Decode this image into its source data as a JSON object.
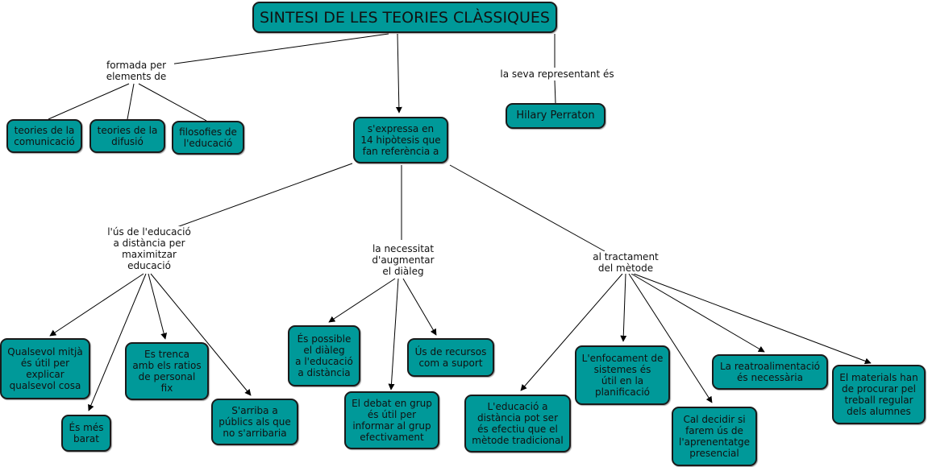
{
  "concept_map": {
    "colors": {
      "node_fill": "#009999",
      "node_border": "#1a1a1a",
      "link": "#000000",
      "background": "#ffffff"
    },
    "nodes": {
      "root": "SINTESI DE LES TEORIES CLÀSSIQUES",
      "n_comunicacio": "teories de la\ncomunicació",
      "n_difusio": "teories de la\ndifusió",
      "n_filosofies": "filosofies de\nl'educació",
      "n_hipotesis": "s'expressa en\n14 hipòtesis que\nfan referència a",
      "n_perraton": "Hilary Perraton",
      "n_qualsevol": "Qualsevol mitjà\nés útil per\nexplicar\nqualsevol cosa",
      "n_barat": "És més\nbarat",
      "n_trenca": "Es trenca\namb els ratios\nde personal\nfix",
      "n_publics": "S'arriba a\npúblics als que\nno s'arribaria",
      "n_possible": "És possible\nel diàleg\na l'educació\na distància",
      "n_debat": "El debat en grup\nés útil per\ninformar al grup\nefectivament",
      "n_recursos": "Ús de recursos\ncom a suport",
      "n_efectiu": "L'educació a\ndistància pot ser\nés efectiu que el\nmètode tradicional",
      "n_enfocament": "L'enfocament de\nsistemes és\nútil en la\nplanificació",
      "n_presencial": "Cal decidir si\nfarem ús de\nl'aprenentatge\npresencial",
      "n_reatro": "La reatroalimentació\nés necessària",
      "n_materials": "El materials han\nde procurar pel\ntreball regular\ndels alumnes"
    },
    "links": {
      "l_formada": "formada per\nelements de",
      "l_representant": "la seva representant és",
      "l_maximitzar": "l'ús de l'educació\na distància per\nmaximitzar\neducació",
      "l_dialeg": "la necessitat\nd'augmentar\nel diàleg",
      "l_metode": "al tractament\ndel mètode"
    }
  }
}
